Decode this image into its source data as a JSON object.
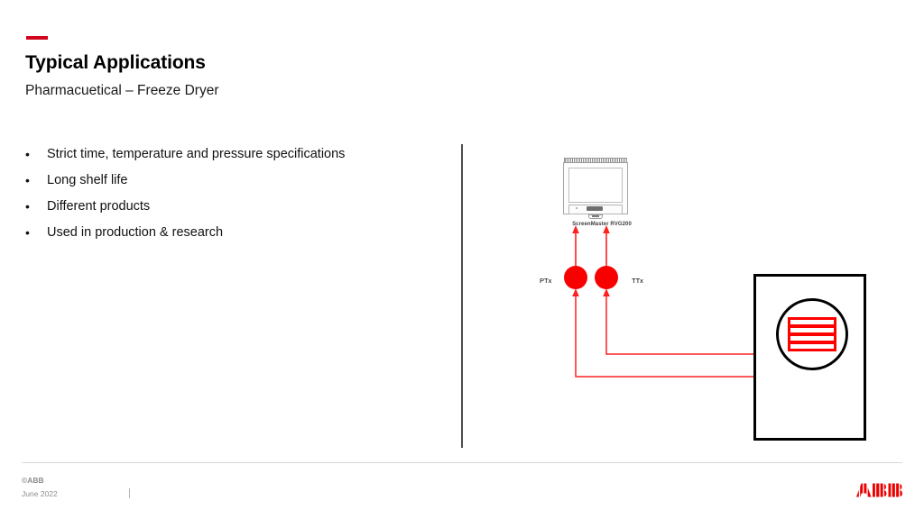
{
  "header": {
    "accent_color": "#d2051e",
    "title": "Typical Applications",
    "subtitle": "Pharmacuetical – Freeze Dryer"
  },
  "bullets": {
    "marker": "•",
    "items": [
      "Strict time, temperature and pressure specifications",
      "Long shelf life",
      "Different products",
      "Used in production & research"
    ]
  },
  "diagram": {
    "recorder": {
      "label": "ScreenMaster RVG200"
    },
    "transmitters": [
      {
        "id": "ptx",
        "label": "PTx",
        "color": "#f90000"
      },
      {
        "id": "ttx",
        "label": "TTx",
        "color": "#f90000"
      }
    ],
    "chamber": {
      "outline_color": "#000000",
      "shelf_color": "#ff0000",
      "shelf_count": 4
    },
    "wiring_color": "#ff2020"
  },
  "footer": {
    "copyright": "©ABB",
    "date": "June 2022",
    "logo_text": "ABB",
    "logo_color": "#eb0000"
  }
}
